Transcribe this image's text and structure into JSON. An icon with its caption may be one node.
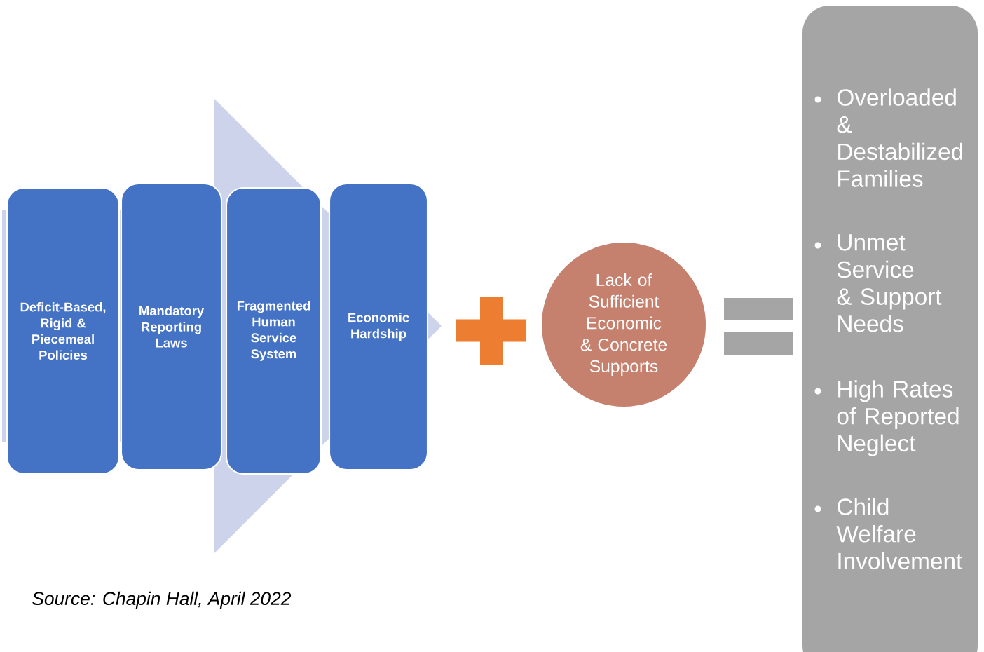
{
  "diagram": {
    "caption": "*Source: Chapin Hall, April 2022*",
    "nodes": [
      {
        "text": [
          "Deficit-Based, Rigid & Piecemeal Policies"
        ]
      },
      {
        "text": [
          "Mandatory Reporting Laws"
        ]
      },
      {
        "text": [
          "Fragmented Human Service System"
        ]
      },
      {
        "text": [
          "Economic Hardship"
        ]
      },
      {
        "text": [],
        "shape": "plus"
      },
      {
        "text": [
          "Lack of Sufficient Economic & Concrete Supports"
        ]
      },
      {
        "text": [],
        "shape": "equals"
      },
      {
        "text": [
          "Overloaded & Destabilized Families",
          "Unmet Service & Support Needs",
          "High Rates of Reported Neglect",
          "Child Welfare Involvement"
        ]
      }
    ],
    "edges": [
      {
        "from": 0,
        "to": 3,
        "arrow": "to"
      }
    ]
  }
}
